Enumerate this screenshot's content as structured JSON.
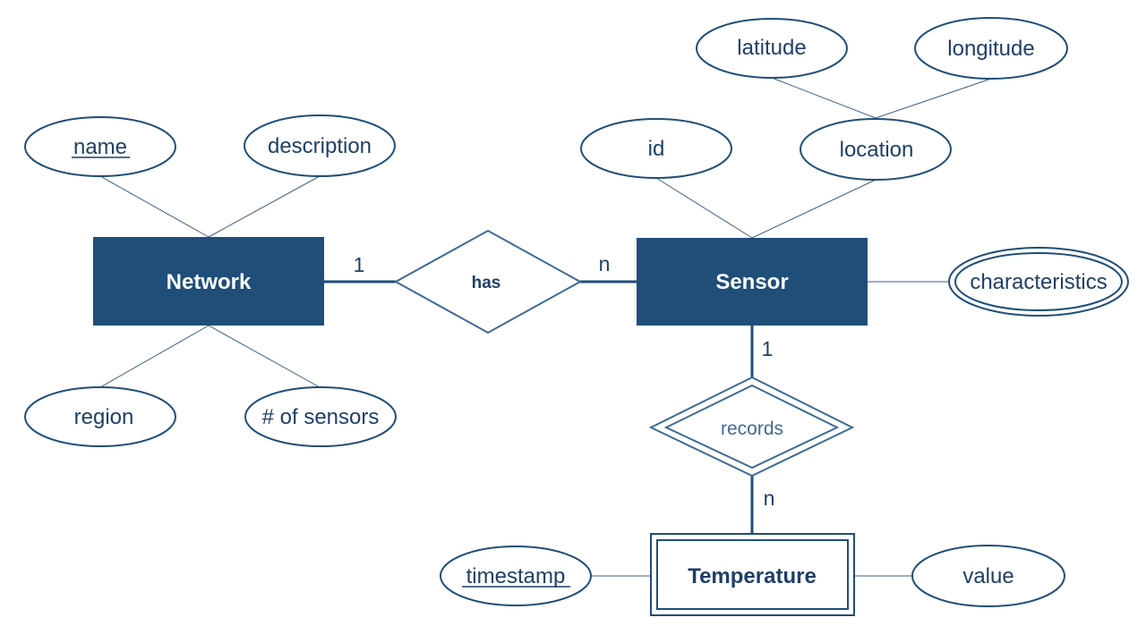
{
  "entities": {
    "network": "Network",
    "sensor": "Sensor",
    "temperature": "Temperature"
  },
  "relationships": {
    "has": "has",
    "records": "records"
  },
  "attributes": {
    "name": "name",
    "description": "description",
    "region": "region",
    "num_sensors": "# of sensors",
    "id": "id",
    "location": "location",
    "latitude": "latitude",
    "longitude": "longitude",
    "characteristics": "characteristics",
    "timestamp": "timestamp",
    "value": "value"
  },
  "cardinality": {
    "network_has": "1",
    "has_sensor": "n",
    "sensor_records": "1",
    "records_temperature": "n"
  },
  "colors": {
    "entity_fill": "#1f4e79",
    "outline": "#1f4e79",
    "text": "#1f3f66"
  }
}
